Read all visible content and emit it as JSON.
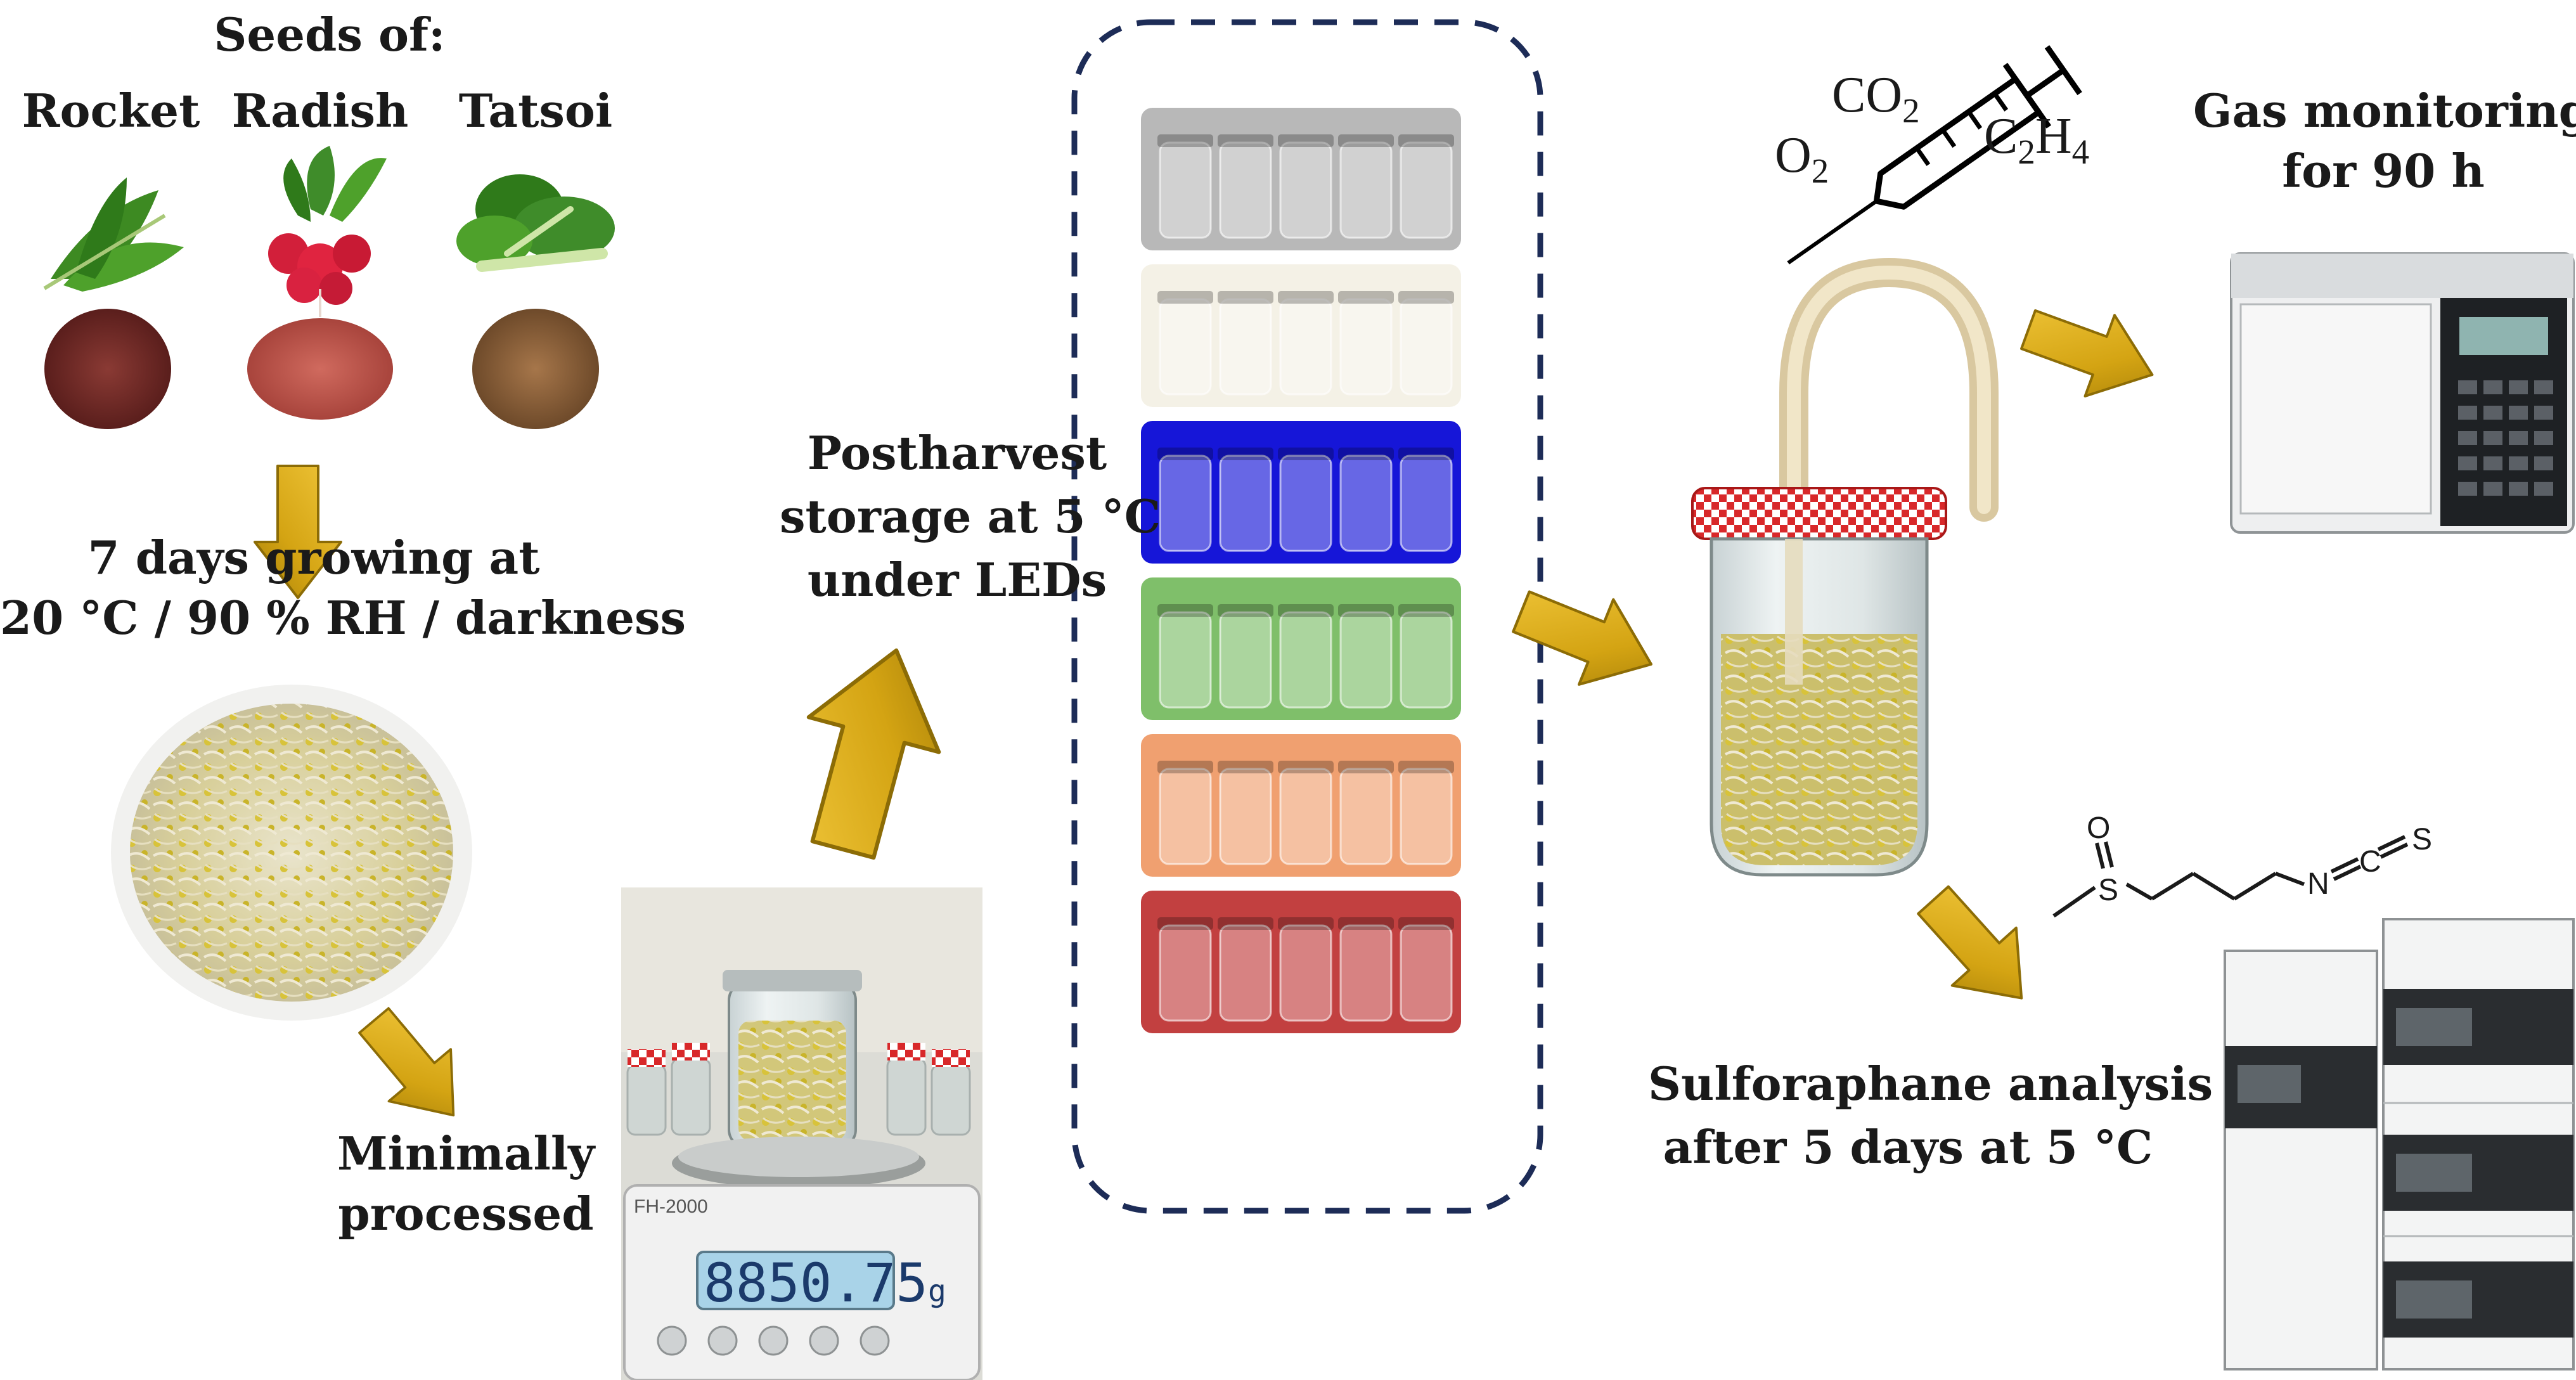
{
  "labels": {
    "seeds_of": "Seeds of:",
    "rocket": "Rocket",
    "radish": "Radish",
    "tatsoi": "Tatsoi",
    "growing_line1": "7 days growing at",
    "growing_line2": "20 °C / 90 % RH / darkness",
    "minimally_line1": "Minimally",
    "minimally_line2": "processed",
    "storage_line1": "Postharvest",
    "storage_line2": "storage at 5 °C",
    "storage_line3": "under LEDs",
    "gas_monitoring_line1": "Gas monitoring",
    "gas_monitoring_line2": "for 90 h",
    "sulforaphane_line1": "Sulforaphane analysis",
    "sulforaphane_line2": "after 5 days at 5 °C"
  },
  "gases": {
    "co2": "CO",
    "co2_sub": "2",
    "o2": "O",
    "o2_sub": "2",
    "c2h4_c": "C",
    "c2h4_c_sub": "2",
    "c2h4_h": "H",
    "c2h4_h_sub": "4"
  },
  "molecule": {
    "o": "O",
    "s1": "S",
    "n": "N",
    "c": "C",
    "s2": "S"
  },
  "scale": {
    "readout": "8850.75",
    "unit": "g",
    "brand": "FH-2000"
  },
  "led_treatments": [
    {
      "color": "#b8b8b8",
      "name": "dark"
    },
    {
      "color": "#f4f1e6",
      "name": "white"
    },
    {
      "color": "#1616d8",
      "name": "blue"
    },
    {
      "color": "#7fbf6a",
      "name": "green"
    },
    {
      "color": "#f0a070",
      "name": "orange"
    },
    {
      "color": "#c24040",
      "name": "red"
    }
  ],
  "colors": {
    "arrow_fill": "#d4a413",
    "arrow_stroke": "#8c6c06",
    "dashed_box": "#1d2c57"
  }
}
